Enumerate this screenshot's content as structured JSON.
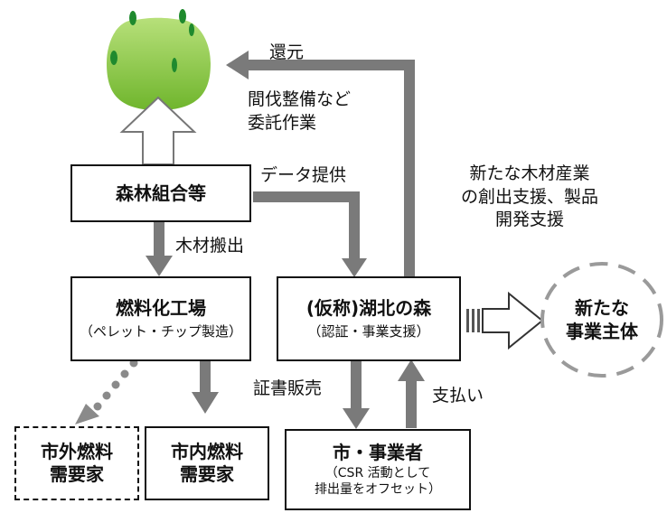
{
  "boxes": {
    "forest_union": {
      "title": "森林組合等"
    },
    "fuel_factory": {
      "title": "燃料化工場",
      "sub": "（ペレット・チップ製造）"
    },
    "lake_forest": {
      "title": "(仮称)湖北の森",
      "sub": "（認証・事業支援）"
    },
    "outside_demand": {
      "title": "市外燃料\n需要家"
    },
    "city_demand": {
      "title": "市内燃料\n需要家"
    },
    "city_business": {
      "title": "市・事業者",
      "sub": "（CSR 活動として\n排出量をオフセット）"
    },
    "new_business": {
      "title": "新たな\n事業主体"
    }
  },
  "labels": {
    "return": "還元",
    "thinning": "間伐整備など\n委託作業",
    "data_provision": "データ提供",
    "new_industry": "新たな木材産業\nの創出支援、製品\n開発支援",
    "timber_transport": "木材搬出",
    "certificate_sales": "証書販売",
    "payment": "支払い"
  },
  "colors": {
    "arrow_gray": "#7a7a7a",
    "tree_green": "#8cc63f",
    "tree_dark": "#1f8a2e",
    "dashed_ellipse": "#9a9a9a"
  }
}
